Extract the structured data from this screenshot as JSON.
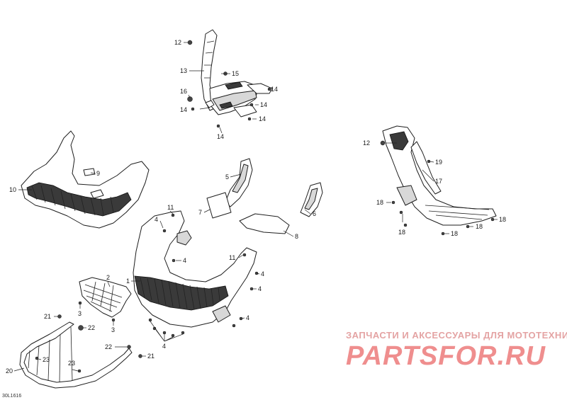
{
  "diagram": {
    "code": "30L1616",
    "callouts": [
      "12",
      "13",
      "15",
      "16",
      "14",
      "14",
      "14",
      "14",
      "14",
      "10",
      "9",
      "5",
      "7",
      "6",
      "8",
      "11",
      "4",
      "4",
      "4",
      "11",
      "4",
      "4",
      "4",
      "1",
      "2",
      "3",
      "3",
      "12",
      "19",
      "17",
      "18",
      "18",
      "18",
      "18",
      "18",
      "21",
      "22",
      "22",
      "21",
      "20",
      "23",
      "23"
    ]
  },
  "watermark": {
    "tagline": "ЗАПЧАСТИ И АКСЕССУАРЫ ДЛЯ МОТОТЕХНИКИ",
    "brand": "PARTSFOR.RU"
  }
}
